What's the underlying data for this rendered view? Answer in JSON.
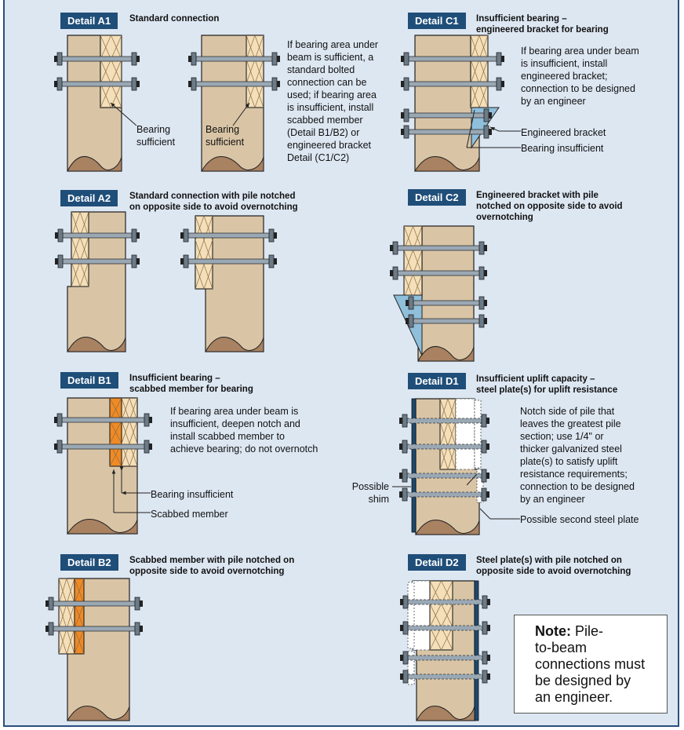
{
  "colors": {
    "pile": "#d9c5a6",
    "pile_end": "#a98262",
    "wood": "#f4dfb9",
    "scab": "#f08a24",
    "bracket": "#8fbfdb",
    "plate": "#1c4970",
    "tag": "#1f4e79",
    "background": "#dde7f2"
  },
  "details": {
    "a1": {
      "tag": "Detail A1",
      "caption": "Standard connection"
    },
    "a2": {
      "tag": "Detail A2",
      "caption": [
        "Standard connection with pile notched",
        "on opposite side to avoid overnotching"
      ]
    },
    "b1": {
      "tag": "Detail B1",
      "caption": [
        "Insufficient bearing –",
        "scabbed member for bearing"
      ]
    },
    "b2": {
      "tag": "Detail B2",
      "caption": [
        "Scabbed member with pile notched on",
        "opposite side to avoid overnotching"
      ]
    },
    "c1": {
      "tag": "Detail C1",
      "caption": [
        "Insufficient bearing –",
        "engineered bracket for bearing"
      ]
    },
    "c2": {
      "tag": "Detail C2",
      "caption": [
        "Engineered bracket with pile",
        "notched on opposite side to avoid",
        "overnotching"
      ]
    },
    "d1": {
      "tag": "Detail D1",
      "caption": [
        "Insufficient uplift capacity –",
        "steel plate(s) for uplift resistance"
      ]
    },
    "d2": {
      "tag": "Detail D2",
      "caption": [
        "Steel plate(s) with pile notched on",
        "opposite side to avoid overnotching"
      ]
    }
  },
  "text": {
    "a_note": [
      "If bearing area under",
      "beam is sufficient, a",
      "standard bolted",
      "connection can be",
      "used; if bearing area",
      "is insufficient, install",
      "scabbed member",
      "(Detail B1/B2) or",
      "engineered bracket",
      "Detail (C1/C2)"
    ],
    "b1_note": [
      "If bearing area under beam is",
      "insufficient, deepen notch and",
      "install scabbed member to",
      "achieve bearing; do not overnotch"
    ],
    "c1_note": [
      "If bearing area under beam",
      "is insufficient, install",
      "engineered bracket;",
      "connection to be designed",
      "by an engineer"
    ],
    "d1_note": [
      "Notch side of pile that",
      "leaves the greatest pile",
      "section; use 1/4\" or",
      "thicker galvanized steel",
      "plate(s) to satisfy uplift",
      "resistance requirements;",
      "connection to be designed",
      "by an engineer"
    ]
  },
  "labels": {
    "bearing_sufficient_1": [
      "Bearing",
      "sufficient"
    ],
    "bearing_sufficient_2": [
      "Bearing",
      "sufficient"
    ],
    "bearing_insufficient_b1": "Bearing insufficient",
    "scabbed_member": "Scabbed member",
    "engineered_bracket": "Engineered bracket",
    "bearing_insufficient_c1": "Bearing insufficient",
    "possible_shim": [
      "Possible",
      "shim"
    ],
    "possible_second_plate": "Possible second steel plate"
  },
  "note": {
    "bold": "Note:",
    "lines": [
      " Pile-",
      "to-beam",
      "connections must",
      "be designed by",
      "an engineer."
    ]
  }
}
